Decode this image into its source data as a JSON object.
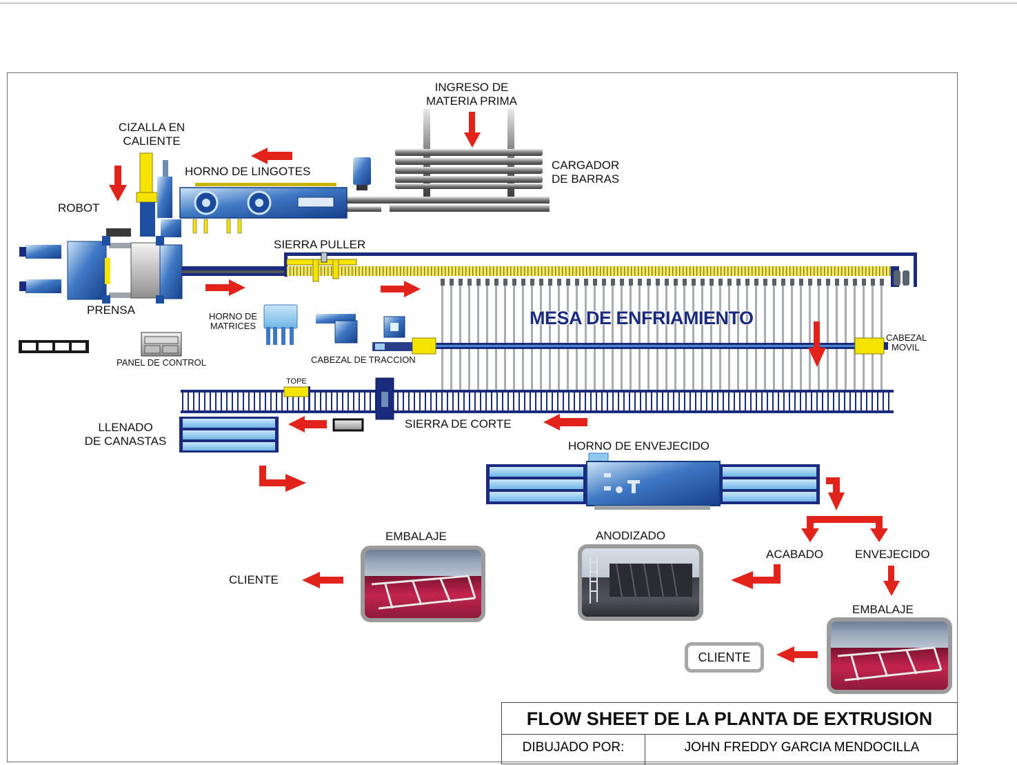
{
  "labels": {
    "ingreso_1": "INGRESO DE",
    "ingreso_2": "MATERIA PRIMA",
    "cizalla_1": "CIZALLA EN",
    "cizalla_2": "CALIENTE",
    "horno_lingotes": "HORNO DE LINGOTES",
    "cargador_1": "CARGADOR",
    "cargador_2": "DE BARRAS",
    "robot": "ROBOT",
    "sierra_puller": "SIERRA PULLER",
    "prensa": "PRENSA",
    "horno_matrices_1": "HORNO DE",
    "horno_matrices_2": "MATRICES",
    "mesa_enfriamiento": "MESA DE ENFRIAMIENTO",
    "cabezal_movil_1": "CABEZAL",
    "cabezal_movil_2": "MOVIL",
    "panel_control": "PANEL DE CONTROL",
    "cabezal_traccion": "CABEZAL DE TRACCION",
    "tope": "TOPE",
    "llenado_1": "LLENADO",
    "llenado_2": "DE CANASTAS",
    "sierra_corte": "SIERRA DE CORTE",
    "horno_envejecido": "HORNO DE ENVEJECIDO",
    "embalaje_left": "EMBALAJE",
    "anodizado": "ANODIZADO",
    "acabado": "ACABADO",
    "envejecido": "ENVEJECIDO",
    "cliente_left": "CLIENTE",
    "embalaje_right": "EMBALAJE",
    "cliente_right": "CLIENTE"
  },
  "title_block": {
    "title": "FLOW SHEET DE LA PLANTA DE EXTRUSION",
    "drawn_by_label": "DIBUJADO POR:",
    "drawn_by_value": "JOHN FREDDY GARCIA MENDOCILLA"
  },
  "colors": {
    "machine_blue": "#1f4fa0",
    "machine_light": "#8ec9ee",
    "rail_navy": "#1a2a7c",
    "accent_yellow": "#f5e400",
    "arrow_red": "#e1231c"
  },
  "icons": [
    "arrow-icon",
    "press-icon",
    "oven-icon",
    "conveyor-icon",
    "photo-icon"
  ]
}
